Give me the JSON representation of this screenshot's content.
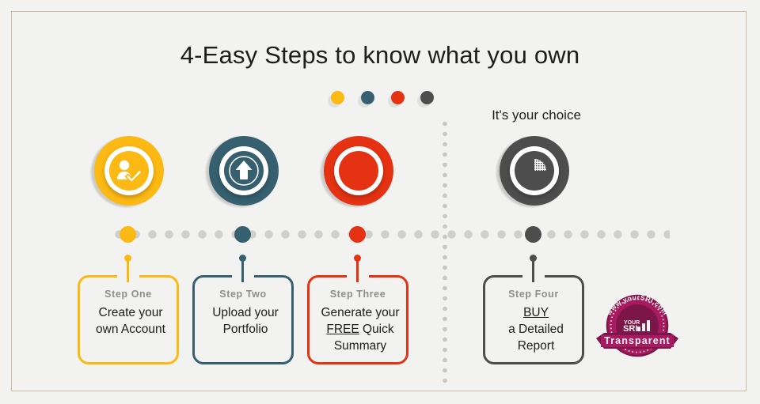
{
  "page": {
    "title": "4-Easy Steps to know what you own",
    "choice_note": "It's your choice",
    "background_color": "#f2f2f0",
    "frame_color": "#c9bf9a"
  },
  "header_dots": [
    {
      "name": "header-dot-1",
      "color": "#fdb913"
    },
    {
      "name": "header-dot-2",
      "color": "#36606f"
    },
    {
      "name": "header-dot-3",
      "color": "#e53212"
    },
    {
      "name": "header-dot-4",
      "color": "#4d4d4d"
    }
  ],
  "steps": [
    {
      "id": "step-one",
      "label": "Step One",
      "text_lines": [
        "Create your",
        "own Account"
      ],
      "emphasis": "",
      "color": "#fdb913",
      "icon": "user-check-icon"
    },
    {
      "id": "step-two",
      "label": "Step Two",
      "text_lines": [
        "Upload your",
        "Portfolio"
      ],
      "emphasis": "",
      "color": "#36606f",
      "icon": "upload-arrow-icon"
    },
    {
      "id": "step-three",
      "label": "Step Three",
      "text_lines": [
        "Generate your",
        "FREE Quick",
        "Summary"
      ],
      "emphasis": "FREE",
      "color": "#e53212",
      "icon": "document-bar-chart-icon"
    },
    {
      "id": "step-four",
      "label": "Step Four",
      "text_lines": [
        "BUY",
        "a Detailed",
        "Report"
      ],
      "emphasis": "BUY",
      "color": "#4d4d4d",
      "icon": "pie-chart-icon"
    }
  ],
  "badge": {
    "arc_text": "www.yourSRI.com",
    "brand_top": "YOUR",
    "brand_bottom": "SRI",
    "ribbon_text": "Transparent",
    "color": "#a91b60",
    "color_dark": "#7d1648"
  }
}
